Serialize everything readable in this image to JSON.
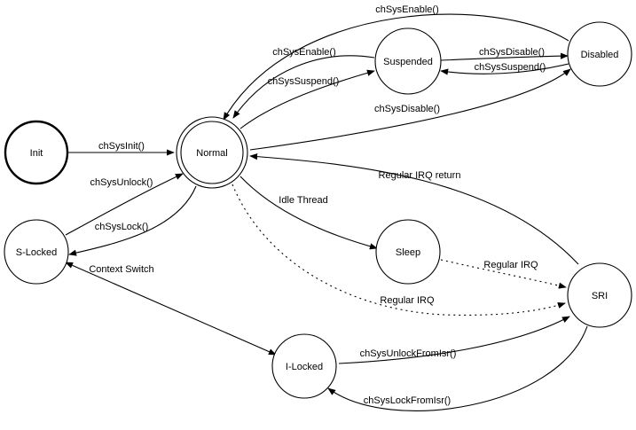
{
  "states": {
    "init": "Init",
    "normal": "Normal",
    "slocked": "S-Locked",
    "suspended": "Suspended",
    "disabled": "Disabled",
    "sleep": "Sleep",
    "sri": "SRI",
    "ilocked": "I-Locked"
  },
  "transitions": {
    "disabled_normal": "chSysEnable()",
    "suspended_normal": "chSysEnable()",
    "normal_suspended": "chSysSuspend()",
    "suspended_disabled": "chSysDisable()",
    "disabled_suspended": "chSysSuspend()",
    "normal_disabled": "chSysDisable()",
    "init_normal": "chSysInit()",
    "slocked_normal": "chSysUnlock()",
    "normal_slocked": "chSysLock()",
    "sri_normal": "Regular IRQ return",
    "normal_sleep": "Idle Thread",
    "sleep_sri": "Regular IRQ",
    "normal_sri": "Regular IRQ",
    "slocked_ilocked": "Context Switch",
    "ilocked_sri": "chSysUnlockFromIsr()",
    "sri_ilocked": "chSysLockFromIsr()"
  }
}
